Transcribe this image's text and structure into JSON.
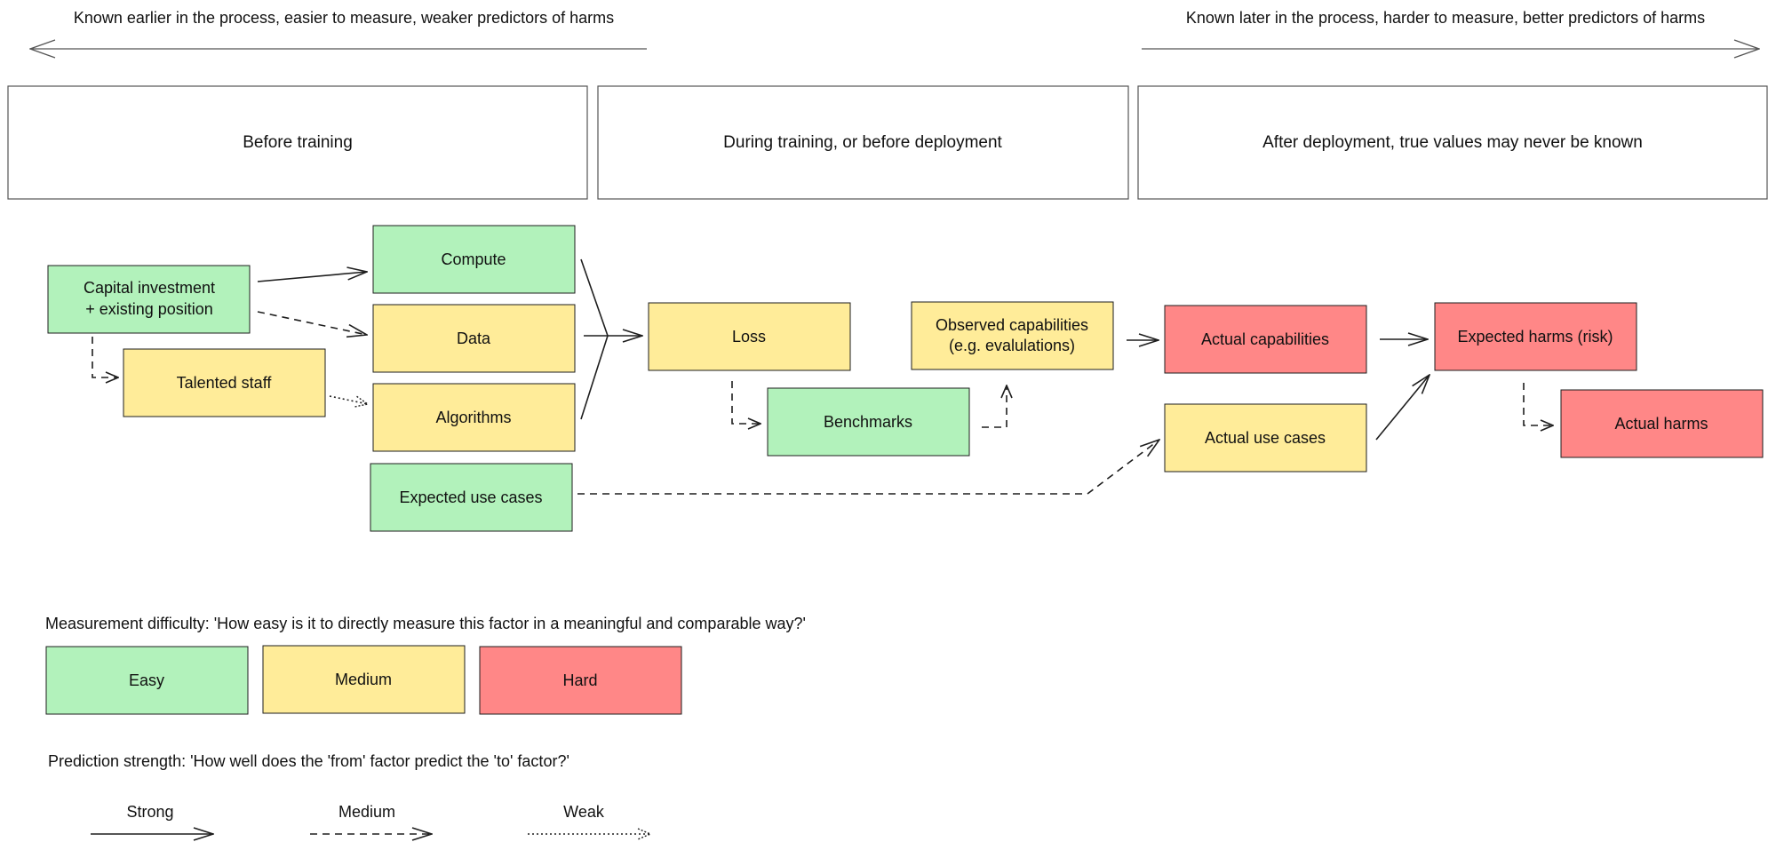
{
  "top": {
    "left_caption": "Known earlier in the process, easier to measure, weaker predictors of harms",
    "right_caption": "Known later in the process, harder to measure, better predictors of harms"
  },
  "phases": {
    "before": "Before training",
    "during": "During training, or before deployment",
    "after": "After deployment, true values may never be known"
  },
  "colors": {
    "easy": "#b2f2bb",
    "medium": "#ffec99",
    "hard": "#ff8787",
    "border": "#1e1e1e"
  },
  "nodes": {
    "capital_line1": "Capital investment",
    "capital_line2": "+ existing position",
    "talented_staff": "Talented staff",
    "compute": "Compute",
    "data": "Data",
    "algorithms": "Algorithms",
    "expected_use_cases": "Expected use cases",
    "loss": "Loss",
    "benchmarks": "Benchmarks",
    "observed_line1": "Observed capabilities",
    "observed_line2": "(e.g. evalulations)",
    "actual_capabilities": "Actual capabilities",
    "actual_use_cases": "Actual use cases",
    "expected_harms": "Expected harms (risk)",
    "actual_harms": "Actual harms"
  },
  "legend": {
    "difficulty_title": "Measurement difficulty: 'How easy is it to directly measure this factor in a meaningful and comparable way?'",
    "easy": "Easy",
    "medium": "Medium",
    "hard": "Hard",
    "strength_title": "Prediction strength: 'How well does the 'from' factor predict the 'to' factor?'",
    "strong": "Strong",
    "medium_strength": "Medium",
    "weak": "Weak"
  }
}
